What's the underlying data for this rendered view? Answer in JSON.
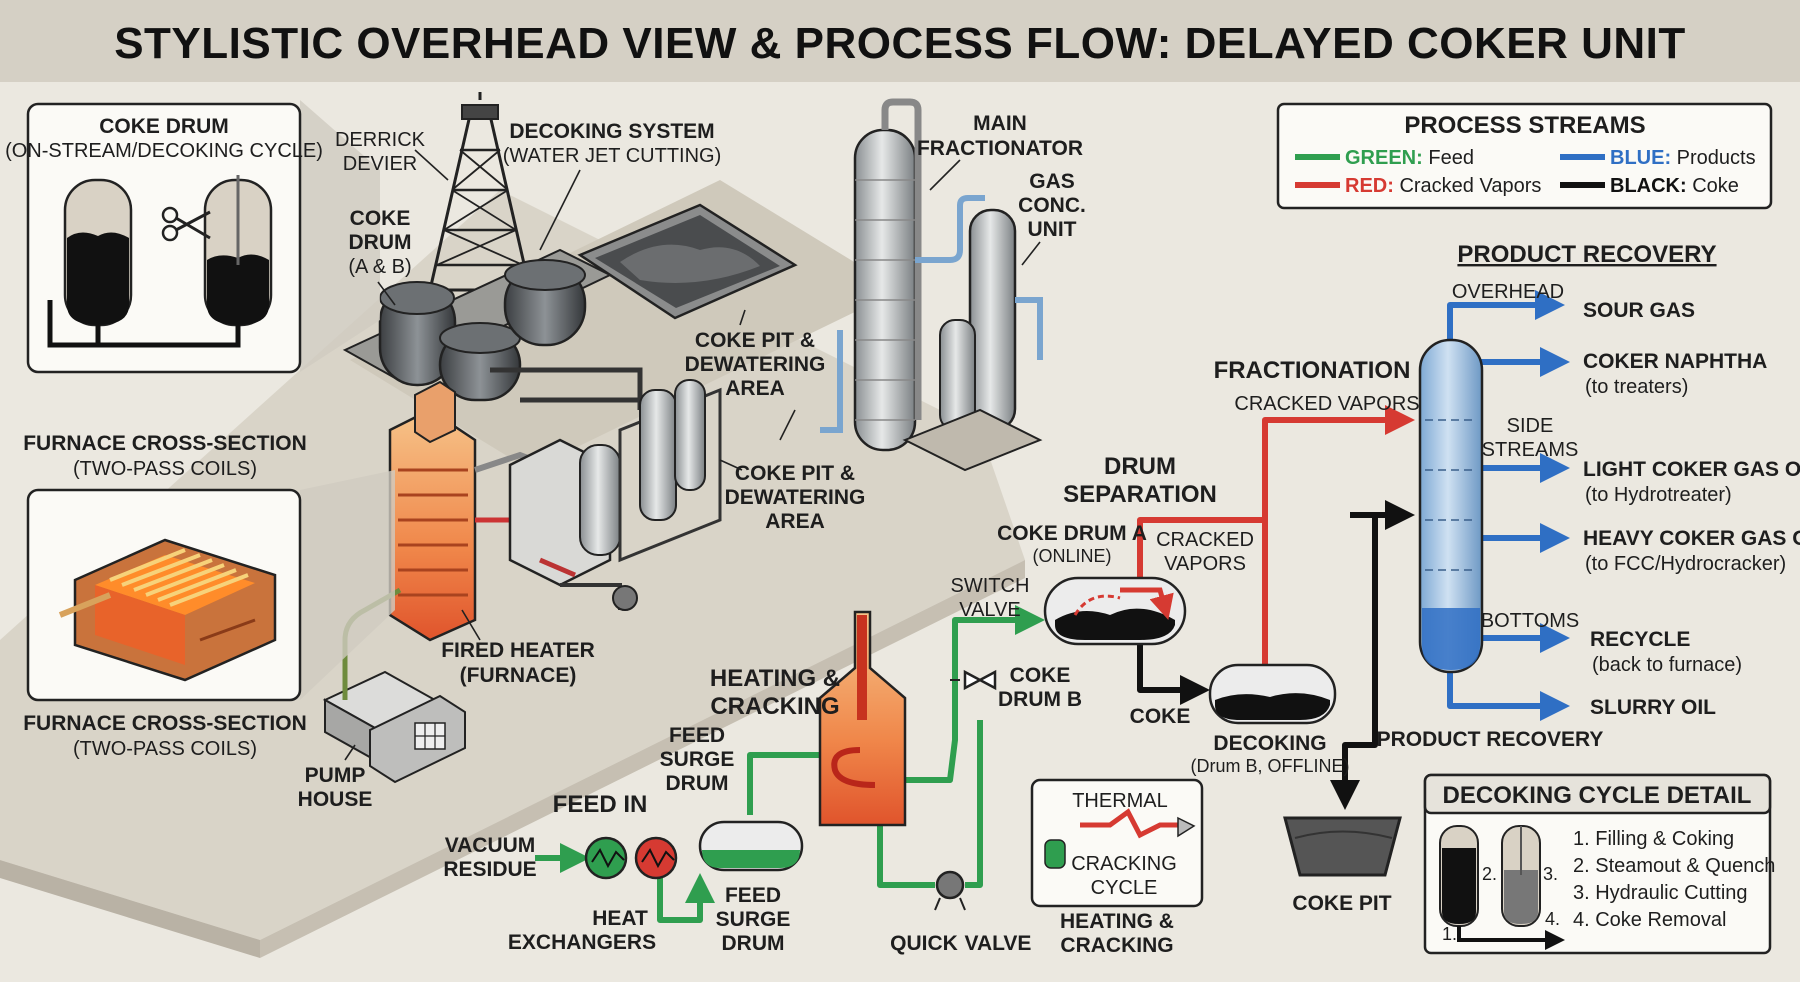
{
  "title": "STYLISTIC OVERHEAD VIEW & PROCESS FLOW: DELAYED COKER UNIT",
  "inset_coke_drum": {
    "line1": "COKE DRUM",
    "line2": "(ON-STREAM/DECOKING CYCLE)"
  },
  "inset_furnace": {
    "top_line1": "FURNACE CROSS-SECTION",
    "top_line2": "(TWO-PASS COILS)",
    "bottom_line1": "FURNACE CROSS-SECTION",
    "bottom_line2": "(TWO-PASS COILS)"
  },
  "plant_labels": {
    "derrick1": "DERRICK",
    "derrick2": "DEVIER",
    "decoking1": "DECOKING SYSTEM",
    "decoking2": "(WATER JET CUTTING)",
    "cokedrum1": "COKE",
    "cokedrum2": "DRUM",
    "cokedrum3": "(A & B)",
    "mainfrac1": "MAIN",
    "mainfrac2": "FRACTIONATOR",
    "gasconc1": "GAS",
    "gasconc2": "CONC.",
    "gasconc3": "UNIT",
    "pit1_a": "COKE PIT &",
    "pit1_b": "DEWATERING",
    "pit1_c": "AREA",
    "pit2_a": "COKE PIT &",
    "pit2_b": "DEWATERING",
    "pit2_c": "AREA",
    "heater1": "FIRED HEATER",
    "heater2": "(FURNACE)",
    "pump1": "PUMP",
    "pump2": "HOUSE"
  },
  "legend": {
    "title": "PROCESS STREAMS",
    "items": [
      {
        "key": "GREEN:",
        "text": "Feed",
        "color": "#2f9e4f"
      },
      {
        "key": "BLUE:",
        "text": "Products",
        "color": "#2f6fc4"
      },
      {
        "key": "RED:",
        "text": "Cracked Vapors",
        "color": "#d63a32"
      },
      {
        "key": "BLACK:",
        "text": "Coke",
        "color": "#111111"
      }
    ]
  },
  "flow": {
    "feed_in": "FEED IN",
    "vac1": "VACUUM",
    "vac2": "RESIDUE",
    "hx1": "HEAT",
    "hx2": "EXCHANGERS",
    "surge_top1": "FEED",
    "surge_top2": "SURGE",
    "surge_top3": "DRUM",
    "surge_bot1": "FEED",
    "surge_bot2": "SURGE",
    "surge_bot3": "DRUM",
    "heat1": "HEATING &",
    "heat2": "CRACKING",
    "switch1": "SWITCH",
    "switch2": "VALVE",
    "quick": "QUICK",
    "valve": "VALVE",
    "drumsep1": "DRUM",
    "drumsep2": "SEPARATION",
    "drumA1": "COKE DRUM A",
    "drumA2": "(ONLINE)",
    "cracked1": "CRACKED",
    "cracked2": "VAPORS",
    "drumB1": "COKE",
    "drumB2": "DRUM B",
    "coke": "COKE",
    "decoking1": "DECOKING",
    "decoking2": "(Drum B, OFFLINE)",
    "fractionation": "FRACTIONATION",
    "cracked_vapors": "CRACKED VAPORS",
    "coke_pit": "COKE PIT",
    "thermal1": "THERMAL",
    "thermal2": "CRACKING",
    "thermal3": "CYCLE",
    "thermal_b1": "HEATING &",
    "thermal_b2": "CRACKING"
  },
  "product_recovery": {
    "title": "PRODUCT RECOVERY",
    "overhead": "OVERHEAD",
    "side1": "SIDE",
    "side2": "STREAMS",
    "bottoms": "BOTTOMS",
    "bottom_label": "PRODUCT RECOVERY",
    "products": [
      {
        "name": "SOUR GAS",
        "note": ""
      },
      {
        "name": "COKER NAPHTHA",
        "note": "(to treaters)"
      },
      {
        "name": "LIGHT COKER GAS OIL",
        "note": "(to Hydrotreater)"
      },
      {
        "name": "HEAVY COKER GAS OIL",
        "note": "(to FCC/Hydrocracker)"
      },
      {
        "name": "RECYCLE",
        "note": "(back to furnace)"
      },
      {
        "name": "SLURRY OIL",
        "note": ""
      }
    ]
  },
  "decoking_detail": {
    "title": "DECOKING CYCLE DETAIL",
    "steps": [
      "1. Filling & Coking",
      "2. Steamout & Quench",
      "3. Hydraulic Cutting",
      "4. Coke Removal"
    ],
    "markers": [
      "1.",
      "2.",
      "3.",
      "4."
    ]
  }
}
